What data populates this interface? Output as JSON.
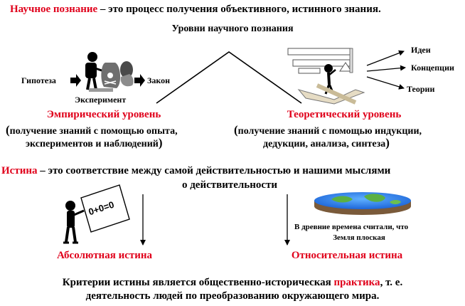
{
  "colors": {
    "accent": "#e0001b",
    "text": "#000000"
  },
  "definition": {
    "term": "Научное познание",
    "rest": " – это процесс получения объективного, истинного знания."
  },
  "levels_title": "Уровни научного познания",
  "empirical": {
    "hypothesis": "Гипотеза",
    "law": "Закон",
    "experiment": "Эксперимент",
    "title": "Эмпирический уровень",
    "desc_line1": "получение знаний с помощью опыта,",
    "desc_line2": "экспериментов и наблюдений"
  },
  "theoretical": {
    "ideas": "Идеи",
    "concepts": "Концепции",
    "theories": "Теории",
    "title": "Теоретический уровень",
    "desc_line1": "получение знаний с помощью индукции,",
    "desc_line2": "дедукции, анализа, синтеза"
  },
  "truth": {
    "term": "Истина",
    "rest_line1": " – это соответствие между самой действительностью и нашими мыслями",
    "rest_line2": "о действительности"
  },
  "absolute": {
    "equation": "0+0=0",
    "title": "Абсолютная истина"
  },
  "relative": {
    "note_line1": "В древние времена считали, что",
    "note_line2": "Земля плоская",
    "title": "Относительная истина"
  },
  "criteria": {
    "part1": "Критерии истины является общественно-историческая ",
    "highlight": "практика",
    "part2": ", т. е.",
    "line2": "деятельность людей по преобразованию окружающего мира."
  }
}
